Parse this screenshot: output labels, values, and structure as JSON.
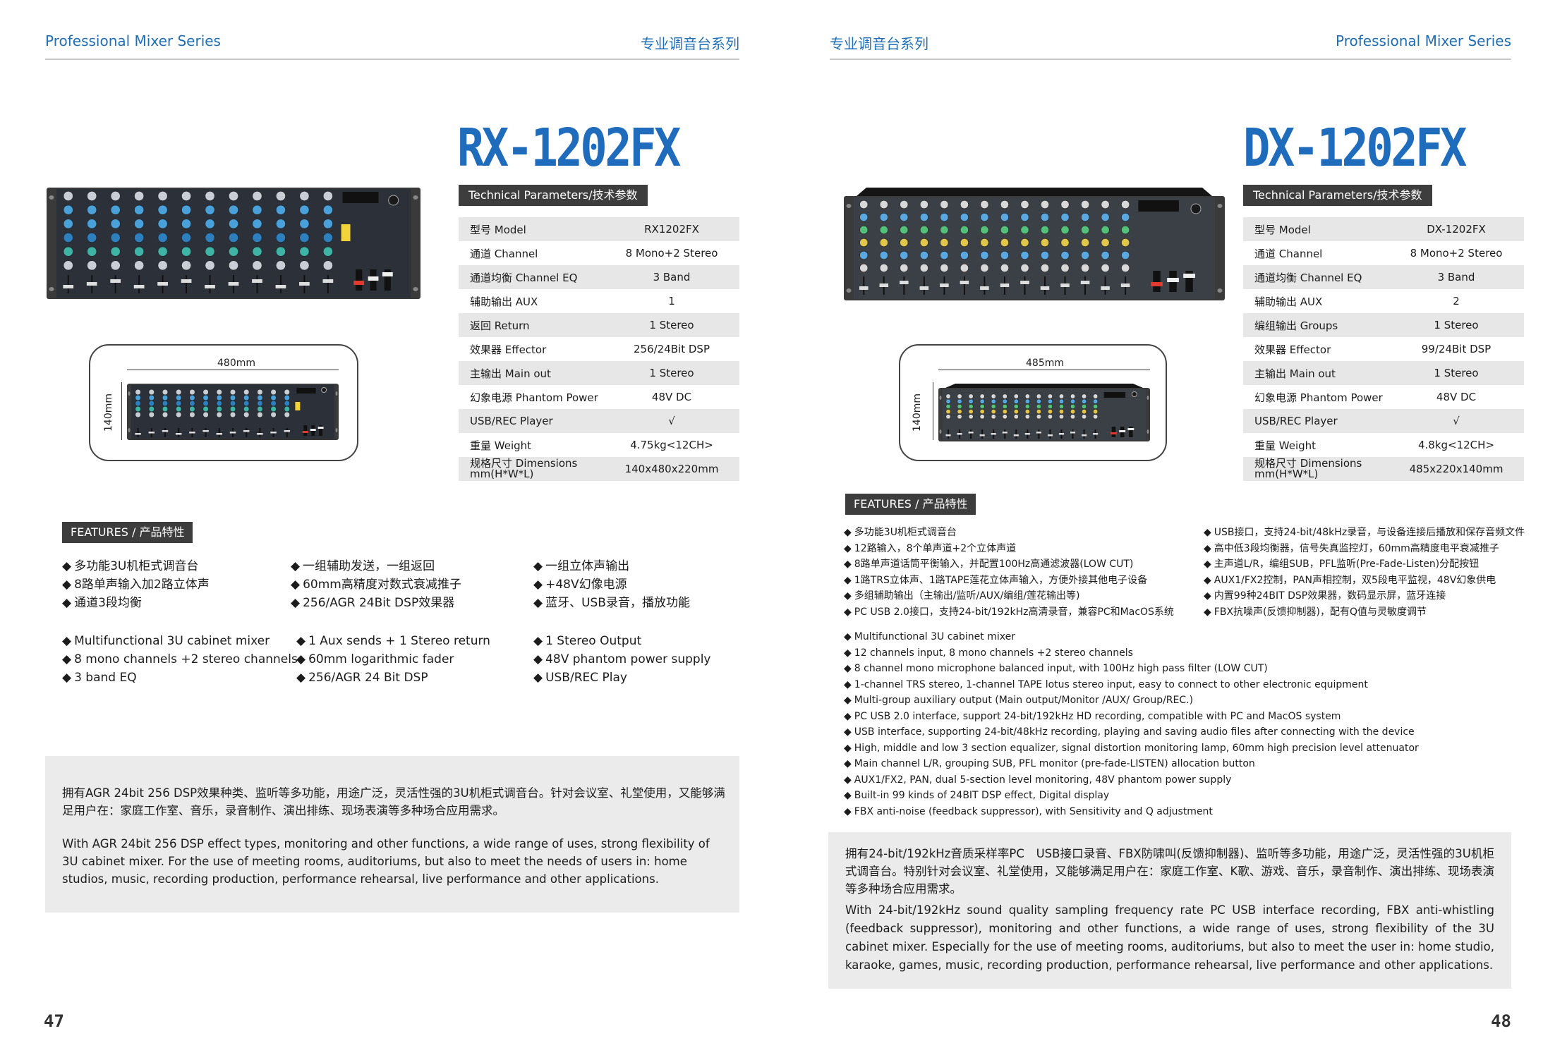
{
  "left": {
    "header_left": "Professional Mixer Series",
    "header_right": "专业调音台系列",
    "model": "RX-1202FX",
    "tech_label": "Technical Parameters/技术参数",
    "dimension_width": "480mm",
    "dimension_height": "140mm",
    "specs": [
      {
        "label": "型号 Model",
        "value": "RX1202FX"
      },
      {
        "label": "通道 Channel",
        "value": "8 Mono+2 Stereo"
      },
      {
        "label": "通道均衡 Channel EQ",
        "value": "3 Band"
      },
      {
        "label": "辅助输出 AUX",
        "value": "1"
      },
      {
        "label": "返回 Return",
        "value": "1 Stereo"
      },
      {
        "label": "效果器 Effector",
        "value": "256/24Bit DSP"
      },
      {
        "label": "主输出 Main out",
        "value": "1 Stereo"
      },
      {
        "label": "幻象电源 Phantom Power",
        "value": "48V DC"
      },
      {
        "label": "USB/REC Player",
        "value": "√"
      },
      {
        "label": "重量 Weight",
        "value": "4.75kg<12CH>"
      },
      {
        "label": "规格尺寸 Dimensions mm(H*W*L)",
        "value": "140x480x220mm"
      }
    ],
    "features_label": "FEATURES / 产品特性",
    "features_cn": [
      [
        "多功能3U机柜式调音台",
        "8路单声输入加2路立体声",
        "通道3段均衡"
      ],
      [
        "一组辅助发送，一组返回",
        "60mm高精度对数式衰减推子",
        "256/AGR 24Bit DSP效果器"
      ],
      [
        "一组立体声输出",
        "+48V幻像电源",
        "蓝牙、USB录音，播放功能"
      ]
    ],
    "features_en": [
      [
        "Multifunctional 3U cabinet mixer",
        "8 mono channels +2 stereo channels",
        "3 band EQ"
      ],
      [
        "1 Aux sends + 1 Stereo return",
        "60mm logarithmic fader",
        "256/AGR 24 Bit DSP"
      ],
      [
        "1 Stereo Output",
        "48V phantom power supply",
        "USB/REC Play"
      ]
    ],
    "desc_cn": "拥有AGR 24bit 256 DSP效果种类、监听等多功能，用途广泛，灵活性强的3U机柜式调音台。针对会议室、礼堂使用，又能够满足用户在：家庭工作室、音乐，录音制作、演出排练、现场表演等多种场合应用需求。",
    "desc_en": "With AGR 24bit 256 DSP effect types, monitoring and other functions, a wide range of uses, strong flexibility of 3U cabinet mixer. For the use of meeting rooms, auditoriums, but also to meet the needs of users in: home studios, music, recording production, performance rehearsal, live performance and other applications.",
    "page_number": "47"
  },
  "right": {
    "header_left": "专业调音台系列",
    "header_right": "Professional Mixer Series",
    "model": "DX-1202FX",
    "tech_label": "Technical Parameters/技术参数",
    "dimension_width": "485mm",
    "dimension_height": "140mm",
    "specs": [
      {
        "label": "型号 Model",
        "value": "DX-1202FX"
      },
      {
        "label": "通道 Channel",
        "value": "8 Mono+2 Stereo"
      },
      {
        "label": "通道均衡 Channel EQ",
        "value": "3 Band"
      },
      {
        "label": "辅助输出 AUX",
        "value": "2"
      },
      {
        "label": "编组输出 Groups",
        "value": "1 Stereo"
      },
      {
        "label": "效果器 Effector",
        "value": "99/24Bit DSP"
      },
      {
        "label": "主输出 Main out",
        "value": "1 Stereo"
      },
      {
        "label": "幻象电源 Phantom Power",
        "value": "48V DC"
      },
      {
        "label": "USB/REC Player",
        "value": "√"
      },
      {
        "label": "重量 Weight",
        "value": "4.8kg<12CH>"
      },
      {
        "label": "规格尺寸 Dimensions mm(H*W*L)",
        "value": "485x220x140mm"
      }
    ],
    "features_label": "FEATURES / 产品特性",
    "features_cn_left": [
      "多功能3U机柜式调音台",
      "12路输入，8个单声道+2个立体声道",
      "8路单声道话筒平衡输入，并配置100Hz高通滤波器(LOW CUT)",
      "1路TRS立体声、1路TAPE莲花立体声输入，方便外接其他电子设备",
      "多组辅助输出（主输出/监听/AUX/编组/莲花输出等)",
      "PC USB 2.0接口，支持24-bit/192kHz高清录音，兼容PC和MacOS系统"
    ],
    "features_cn_right": [
      "USB接口，支持24-bit/48kHz录音，与设备连接后播放和保存音频文件",
      "高中低3段均衡器，信号失真监控灯，60mm高精度电平衰减推子",
      "主声道L/R，编组SUB，PFL监听(Pre-Fade-Listen)分配按钮",
      "AUX1/FX2控制，PAN声相控制，双5段电平监视，48V幻象供电",
      "内置99种24BIT DSP效果器，数码显示屏，蓝牙连接",
      "FBX抗噪声(反馈抑制器)，配有Q值与灵敏度调节"
    ],
    "features_en": [
      "Multifunctional 3U cabinet mixer",
      "12 channels input, 8 mono channels +2 stereo channels",
      "8 channel mono microphone balanced input, with 100Hz high pass filter (LOW CUT)",
      "1-channel TRS stereo, 1-channel TAPE lotus stereo input, easy to connect to other electronic equipment",
      "Multi-group auxiliary output (Main output/Monitor /AUX/ Group/REC.)",
      "PC USB 2.0 interface, support 24-bit/192kHz HD recording, compatible with PC and MacOS system",
      "USB interface, supporting 24-bit/48kHz recording, playing and saving audio files after connecting with the device",
      "High, middle and low 3 section equalizer, signal distortion monitoring lamp, 60mm high precision level attenuator",
      "Main channel L/R, grouping SUB, PFL monitor (pre-fade-LISTEN) allocation button",
      "AUX1/FX2, PAN, dual 5-section level monitoring, 48V phantom power supply",
      "Built-in 99 kinds of 24BIT DSP effect, Digital display",
      "FBX anti-noise (feedback suppressor), with Sensitivity and Q adjustment"
    ],
    "desc_cn": "拥有24-bit/192kHz音质采样率PC　USB接口录音、FBX防啸叫(反馈抑制器)、监听等多功能，用途广泛，灵活性强的3U机柜式调音台。特别针对会议室、礼堂使用，又能够满足用户在：家庭工作室、K歌、游戏、音乐，录音制作、演出排练、现场表演等多种场合应用需求。",
    "desc_en": "With 24-bit/192kHz sound quality sampling frequency rate PC USB interface recording, FBX anti-whistling (feedback suppressor), monitoring and other functions, a wide range of uses, strong flexibility of the 3U cabinet mixer. Especially for the use of meeting rooms, auditoriums, but also to meet the user in: home studio, karaoke, games, music, recording production, performance rehearsal, live performance and other applications.",
    "page_number": "48"
  },
  "colors": {
    "brand_blue": "#1f6cbd",
    "label_bg": "#3d3d3d",
    "row_shade": "#e7e7e7",
    "desc_bg": "#ebebeb"
  },
  "icons": [
    "bullet-diamond-icon",
    "mixer-product-image",
    "dimension-diagram"
  ]
}
